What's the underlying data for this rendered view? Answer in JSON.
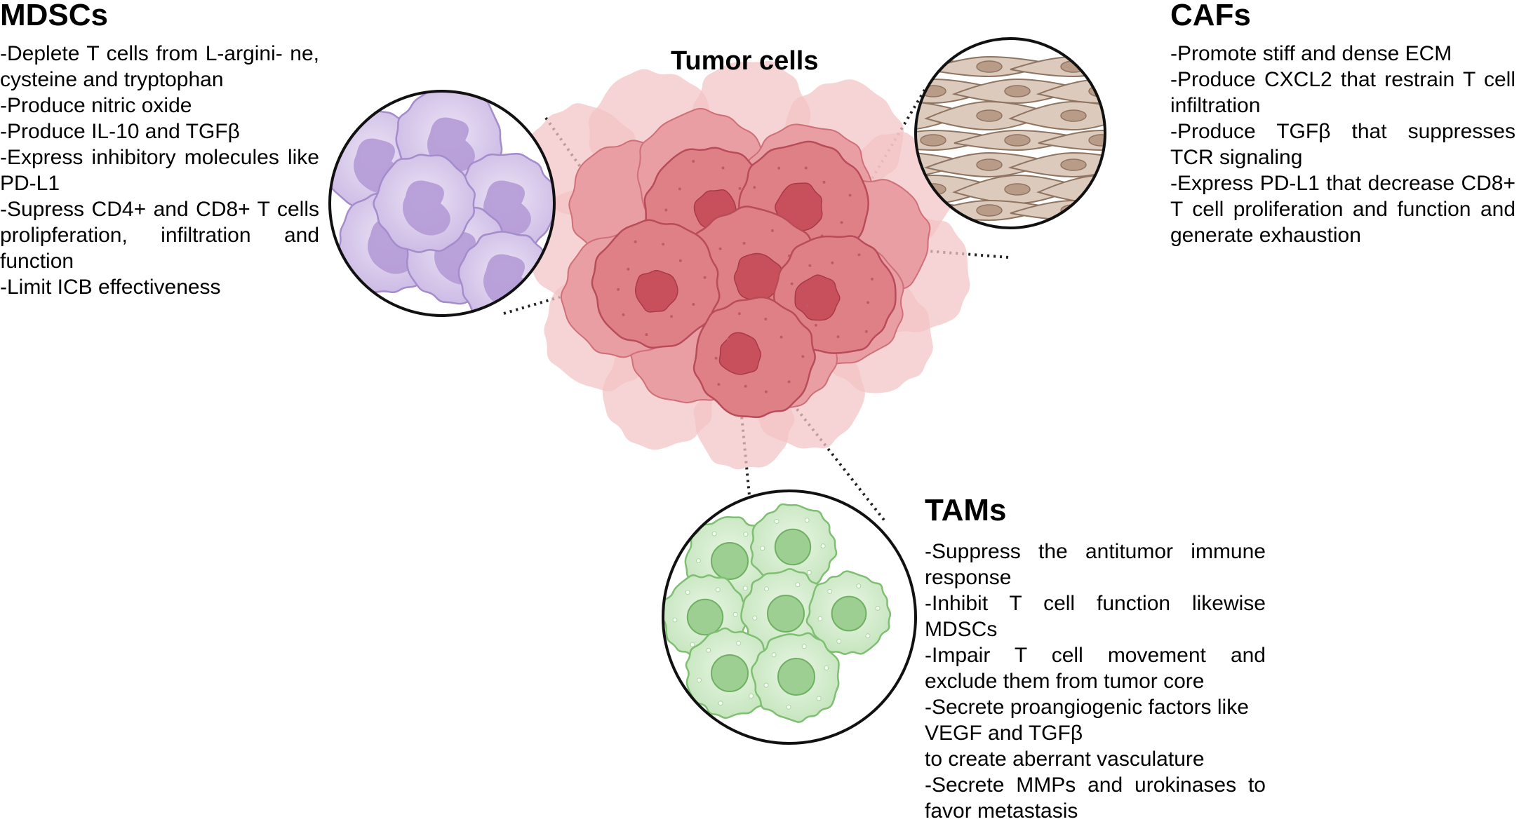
{
  "center": {
    "title": "Tumor cells"
  },
  "mdscs": {
    "title": "MDSCs",
    "points": [
      "-Deplete T cells from L-argini- ne, cysteine and tryptophan",
      "-Produce nitric oxide",
      "-Produce IL-10 and TGFβ",
      "-Express inhibitory molecules like PD-L1",
      "-Supress CD4+ and CD8+ T cells prolipferation, infiltration and function",
      "-Limit ICB effectiveness"
    ]
  },
  "cafs": {
    "title": "CAFs",
    "points": [
      "-Promote stiff and dense ECM",
      "-Produce CXCL2 that restrain T cell infiltration",
      "-Produce TGFβ that suppresses TCR signaling",
      "-Express PD-L1 that decrease CD8+ T cell proliferation and function and generate exhaustion"
    ]
  },
  "tams": {
    "title": "TAMs",
    "points": [
      "-Suppress the antitumor immune response",
      "-Inhibit T cell function likewise MDSCs",
      "-Impair T cell movement and exclude them from tumor core",
      "-Secrete proangiogenic factors like VEGF and TGFβ",
      "to create aberrant vasculature",
      "-Secrete MMPs and urokinases to favor metastasis"
    ]
  },
  "colors": {
    "tumor_light": "#f3c4c6",
    "tumor_mid": "#e99ea3",
    "tumor_dark": "#df8087",
    "tumor_nucleus": "#c8505c",
    "mdsc_fill": "#dcd0ec",
    "mdsc_nucleus": "#b49ad6",
    "caf_fill": "#dccbbd",
    "caf_nucleus": "#b99c87",
    "tam_fill": "#d9efd3",
    "tam_nucleus": "#9ccf91"
  }
}
